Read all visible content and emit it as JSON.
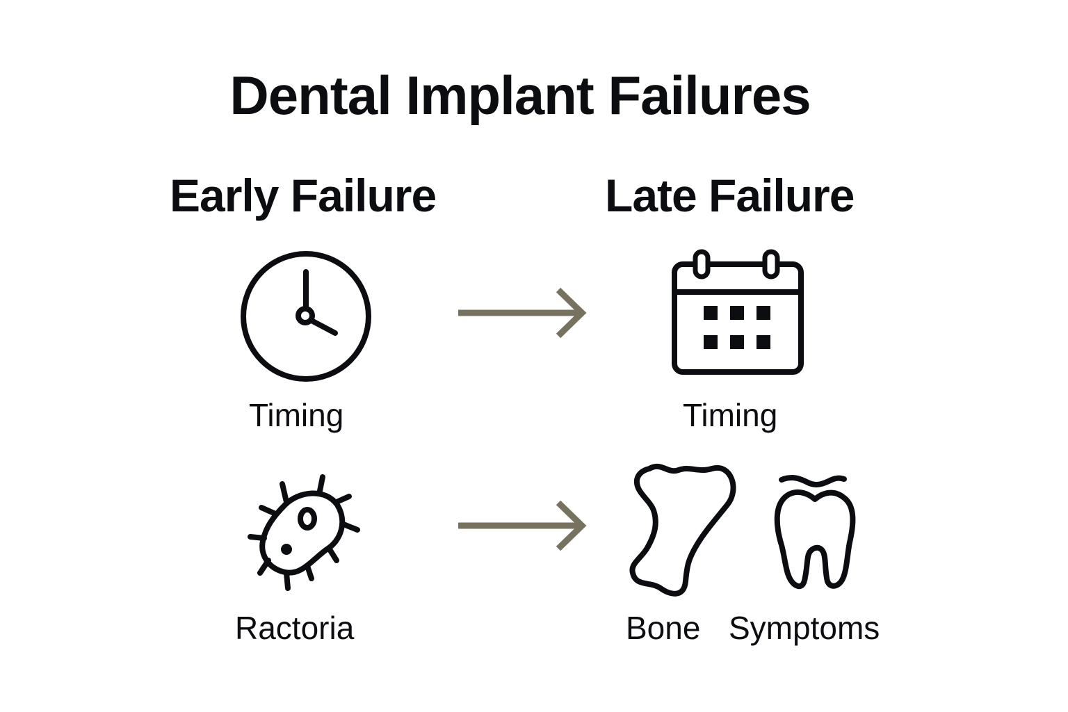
{
  "title": "Dental Implant Failures",
  "columns": {
    "early": {
      "heading": "Early Failure"
    },
    "late": {
      "heading": "Late Failure"
    }
  },
  "rows": [
    {
      "early": {
        "icon": "clock-icon",
        "label": "Timing"
      },
      "late": {
        "icon": "calendar-icon",
        "label": "Timing"
      }
    },
    {
      "early": {
        "icon": "bacteria-icon",
        "label": "Ractoria"
      },
      "late": [
        {
          "icon": "bone-icon",
          "label": "Bone"
        },
        {
          "icon": "tooth-icon",
          "label": "Symptoms"
        }
      ]
    }
  ],
  "colors": {
    "text": "#0b0d10",
    "arrow": "#77725f",
    "background": "#ffffff"
  }
}
